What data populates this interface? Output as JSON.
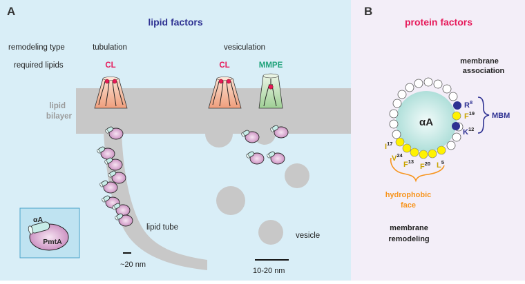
{
  "panel_a": {
    "letter": "A",
    "title": "lipid factors",
    "row_labels": {
      "remodeling_type": "remodeling type",
      "required_lipids": "required lipids"
    },
    "tubulation": {
      "label": "tubulation",
      "lipid": "CL"
    },
    "vesiculation": {
      "label": "vesiculation",
      "lipid_1": "CL",
      "lipid_2": "MMPE"
    },
    "bilayer_label_1": "lipid",
    "bilayer_label_2": "bilayer",
    "tube_label": "lipid tube",
    "vesicle_label": "vesicle",
    "scale_tube": "~20 nm",
    "scale_vesicle": "10-20 nm",
    "legend": {
      "helix": "αA",
      "protein": "PmtA"
    }
  },
  "panel_b": {
    "letter": "B",
    "title": "protein factors",
    "membrane_association": {
      "line1": "membrane",
      "line2": "association"
    },
    "helix_label": "αA",
    "residues": {
      "R": {
        "letter": "R",
        "num": "8"
      },
      "F19": {
        "letter": "F",
        "num": "19"
      },
      "K": {
        "letter": "K",
        "num": "12"
      },
      "I": {
        "letter": "I",
        "num": "17"
      },
      "V": {
        "letter": "V",
        "num": "24"
      },
      "F13": {
        "letter": "F",
        "num": "13"
      },
      "F20": {
        "letter": "F",
        "num": "20"
      },
      "L": {
        "letter": "L",
        "num": "5"
      }
    },
    "mbm": "MBM",
    "hydrophobic": {
      "line1": "hydrophobic",
      "line2": "face"
    },
    "remodeling": {
      "line1": "membrane",
      "line2": "remodeling"
    }
  },
  "colors": {
    "panel_a_bg": "#d9eef7",
    "panel_b_bg": "#f3eef8",
    "bilayer": "#c8c8c8",
    "title_a": "#2e3192",
    "title_b": "#e6195a",
    "cl": "#e6195a",
    "mmpe": "#1fa27a",
    "hydrophobic": "#f7941d",
    "charged": "#2e3192",
    "hydrophobic_residue": "#fff200",
    "protein_body": "#d9a3d0",
    "helix": "#c7ece8"
  }
}
